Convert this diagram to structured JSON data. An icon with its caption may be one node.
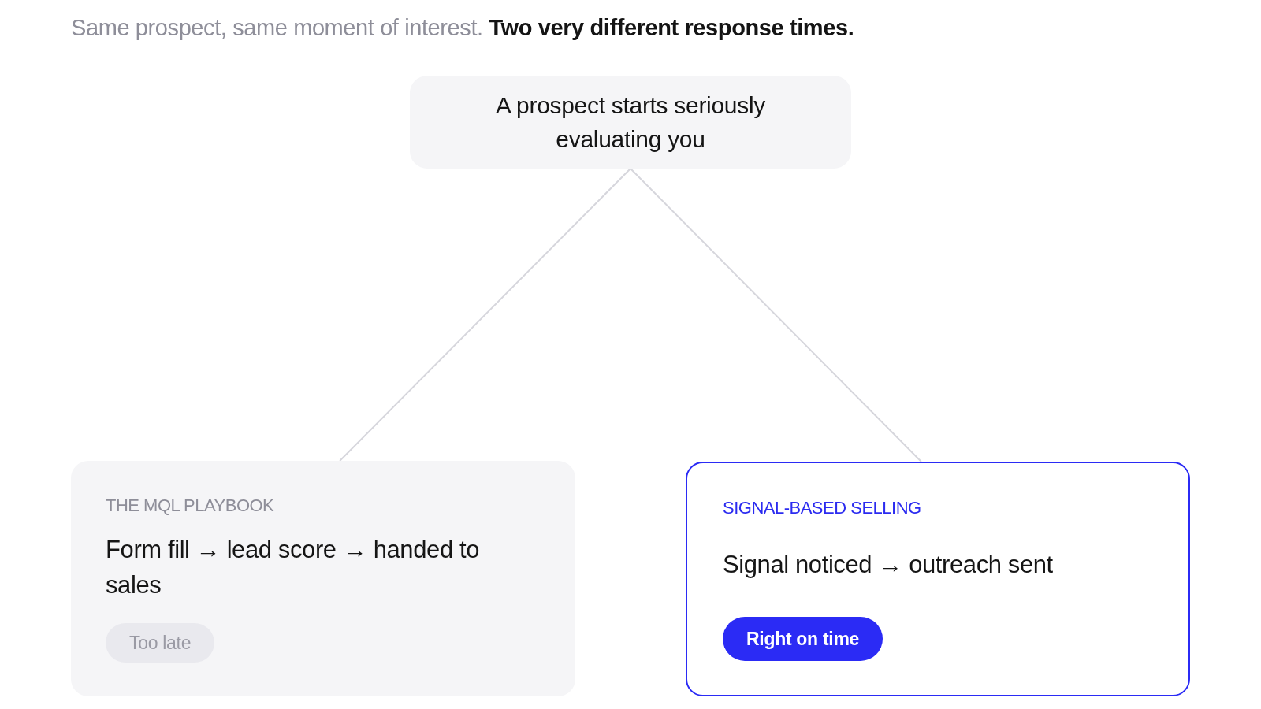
{
  "diagram": {
    "title": "Same prospect, same moment of interest. **Two very different response times.**",
    "nodes": [
      {
        "text": [
          "A prospect starts seriously evaluating you"
        ]
      },
      {
        "text": [
          "THE MQL PLAYBOOK",
          "Form fill → lead score → handed to sales"
        ]
      },
      {
        "text": [
          "Too late"
        ],
        "in": 1
      },
      {
        "text": [
          "SIGNAL-BASED SELLING",
          "Signal noticed → outreach sent"
        ]
      },
      {
        "text": [
          "Right on time"
        ],
        "in": 3
      }
    ],
    "edges": [
      {
        "from": 0,
        "to": 1,
        "arrow": "none"
      },
      {
        "from": 0,
        "to": 3,
        "arrow": "none"
      }
    ]
  }
}
